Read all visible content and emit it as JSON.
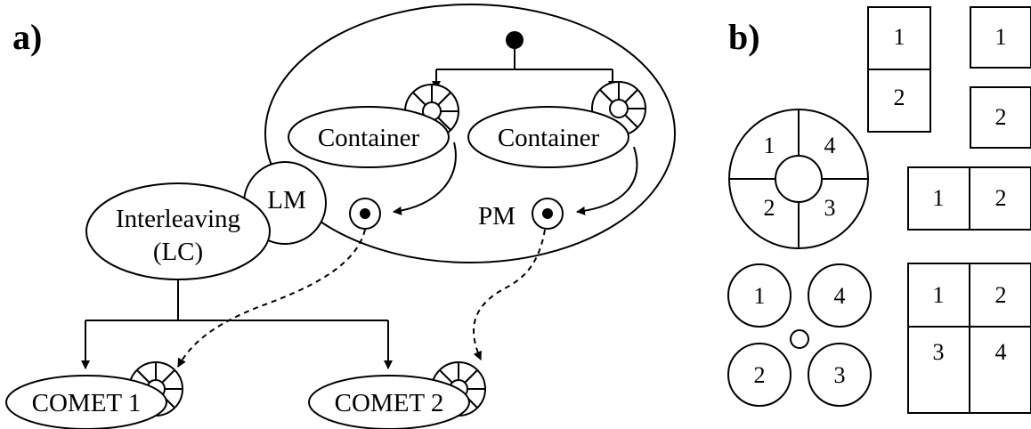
{
  "panel_a": {
    "label": "a)",
    "containers": [
      "Container",
      "Container"
    ],
    "lm": "LM",
    "pm": "PM",
    "interleaving": [
      "Interleaving",
      "(LC)"
    ],
    "comets": [
      "COMET 1",
      "COMET 2"
    ]
  },
  "panel_b": {
    "label": "b)",
    "circle_big": [
      "1",
      "4",
      "2",
      "3"
    ],
    "circles_small": [
      "1",
      "4",
      "2",
      "3"
    ],
    "vertical_pair": [
      "1",
      "2"
    ],
    "separated_pair": [
      "1",
      "2"
    ],
    "horizontal_pair": [
      "1",
      "2"
    ],
    "grid": [
      "1",
      "2",
      "3",
      "4"
    ]
  }
}
